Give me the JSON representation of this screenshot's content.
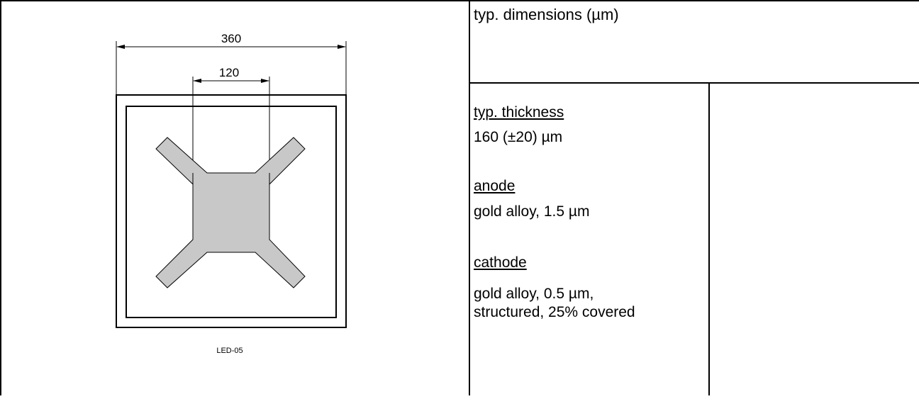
{
  "drawing": {
    "dimension_outer": "360",
    "dimension_inner": "120",
    "part_label": "LED-05"
  },
  "table": {
    "dimensions_header": "typ. dimensions (µm)",
    "specs": [
      {
        "label": "typ. thickness",
        "value": "160 (±20) µm"
      },
      {
        "label": "anode",
        "value": "gold alloy, 1.5 µm"
      },
      {
        "label": "cathode",
        "value_line1": "gold alloy, 0.5 µm,",
        "value_line2": "structured, 25% covered"
      }
    ]
  },
  "colors": {
    "pad_fill": "#c8c8c8",
    "line": "#000000"
  }
}
